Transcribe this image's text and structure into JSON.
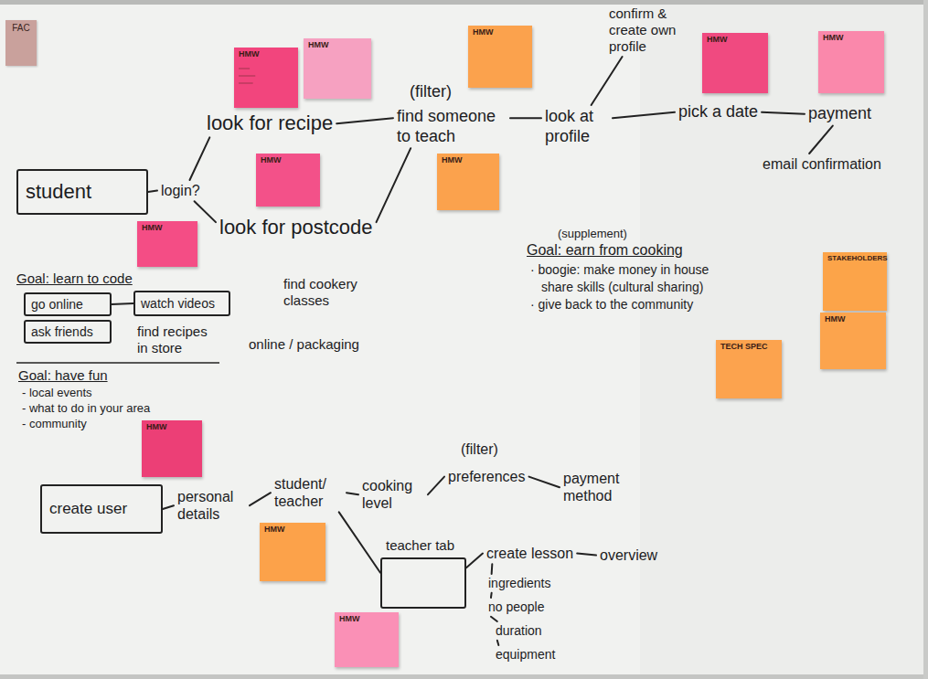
{
  "diagram": {
    "nodes": [
      {
        "text": [
          "FAC"
        ]
      },
      {
        "text": [
          "student"
        ]
      },
      {
        "text": [
          "login?"
        ]
      },
      {
        "text": [
          "look for recipe"
        ]
      },
      {
        "text": [
          "find someone to teach"
        ]
      },
      {
        "text": [
          "look at profile"
        ]
      },
      {
        "text": [
          "confirm & create own profile"
        ]
      },
      {
        "text": [
          "pick a date"
        ]
      },
      {
        "text": [
          "payment"
        ]
      },
      {
        "text": [
          "email confirmation"
        ]
      },
      {
        "text": [
          "look for postcode"
        ]
      },
      {
        "text": [
          "go online"
        ]
      },
      {
        "text": [
          "ask friends"
        ]
      },
      {
        "text": [
          "watch videos"
        ]
      },
      {
        "text": [
          "create user"
        ]
      },
      {
        "text": [
          "personal details"
        ]
      },
      {
        "text": [
          "student/ teacher"
        ]
      },
      {
        "text": [
          "cooking level"
        ]
      },
      {
        "text": [
          "preferences"
        ]
      },
      {
        "text": [
          "payment method"
        ]
      },
      {
        "text": [
          "teacher tab"
        ]
      },
      {
        "text": [
          "create lesson"
        ]
      },
      {
        "text": [
          "overview"
        ]
      },
      {
        "text": [
          "ingredients"
        ]
      },
      {
        "text": [
          "no people"
        ]
      },
      {
        "text": [
          "duration"
        ]
      },
      {
        "text": [
          "equipment"
        ]
      },
      {
        "text": [
          "HMW"
        ]
      },
      {
        "text": [
          "HMW"
        ]
      },
      {
        "text": [
          "HMW"
        ]
      },
      {
        "text": [
          "HMW"
        ]
      },
      {
        "text": [
          "HMW"
        ]
      },
      {
        "text": [
          "HMW"
        ]
      },
      {
        "text": [
          "HMW"
        ]
      },
      {
        "text": [
          "HMW"
        ]
      },
      {
        "text": [
          "HMW"
        ]
      },
      {
        "text": [
          "STAKEHOLDERS"
        ]
      },
      {
        "text": [
          "HMW"
        ]
      },
      {
        "text": [
          "TECH SPEC"
        ]
      },
      {
        "text": [
          "HMW"
        ]
      },
      {
        "text": [
          "HMW"
        ]
      }
    ],
    "edges": [
      {
        "from": 1,
        "to": 2,
        "arrow": "none"
      },
      {
        "from": 2,
        "to": 3,
        "arrow": "none"
      },
      {
        "from": 2,
        "to": 10,
        "arrow": "none"
      },
      {
        "from": 3,
        "to": 4,
        "arrow": "none"
      },
      {
        "from": 10,
        "to": 4,
        "arrow": "none"
      },
      {
        "from": 4,
        "to": 5,
        "arrow": "none"
      },
      {
        "from": 5,
        "to": 6,
        "arrow": "none"
      },
      {
        "from": 5,
        "to": 7,
        "arrow": "none"
      },
      {
        "from": 7,
        "to": 8,
        "arrow": "none"
      },
      {
        "from": 8,
        "to": 9,
        "arrow": "none"
      },
      {
        "from": 11,
        "to": 13,
        "arrow": "none"
      },
      {
        "from": 14,
        "to": 15,
        "arrow": "none"
      },
      {
        "from": 15,
        "to": 16,
        "arrow": "none"
      },
      {
        "from": 16,
        "to": 17,
        "arrow": "none"
      },
      {
        "from": 17,
        "to": 18,
        "arrow": "none"
      },
      {
        "from": 18,
        "to": 19,
        "arrow": "none"
      },
      {
        "from": 16,
        "to": 20,
        "arrow": "none"
      },
      {
        "from": 20,
        "to": 21,
        "arrow": "none"
      },
      {
        "from": 21,
        "to": 22,
        "arrow": "none"
      },
      {
        "from": 21,
        "to": 23,
        "arrow": "none"
      },
      {
        "from": 23,
        "to": 24,
        "arrow": "none"
      },
      {
        "from": 24,
        "to": 25,
        "arrow": "none"
      },
      {
        "from": 25,
        "to": 26,
        "arrow": "none"
      }
    ],
    "labels": [
      "(filter)",
      "Goal: learn to code",
      "find cookery classes",
      "find recipes in store",
      "online / packaging",
      "Goal: have fun",
      "- local events",
      "- what to do in your area",
      "- community",
      "(supplement)",
      "Goal: earn from cooking",
      "· boogie: make money in house",
      "share skills (cultural sharing)",
      "· give back to the community",
      "(filter)"
    ]
  }
}
